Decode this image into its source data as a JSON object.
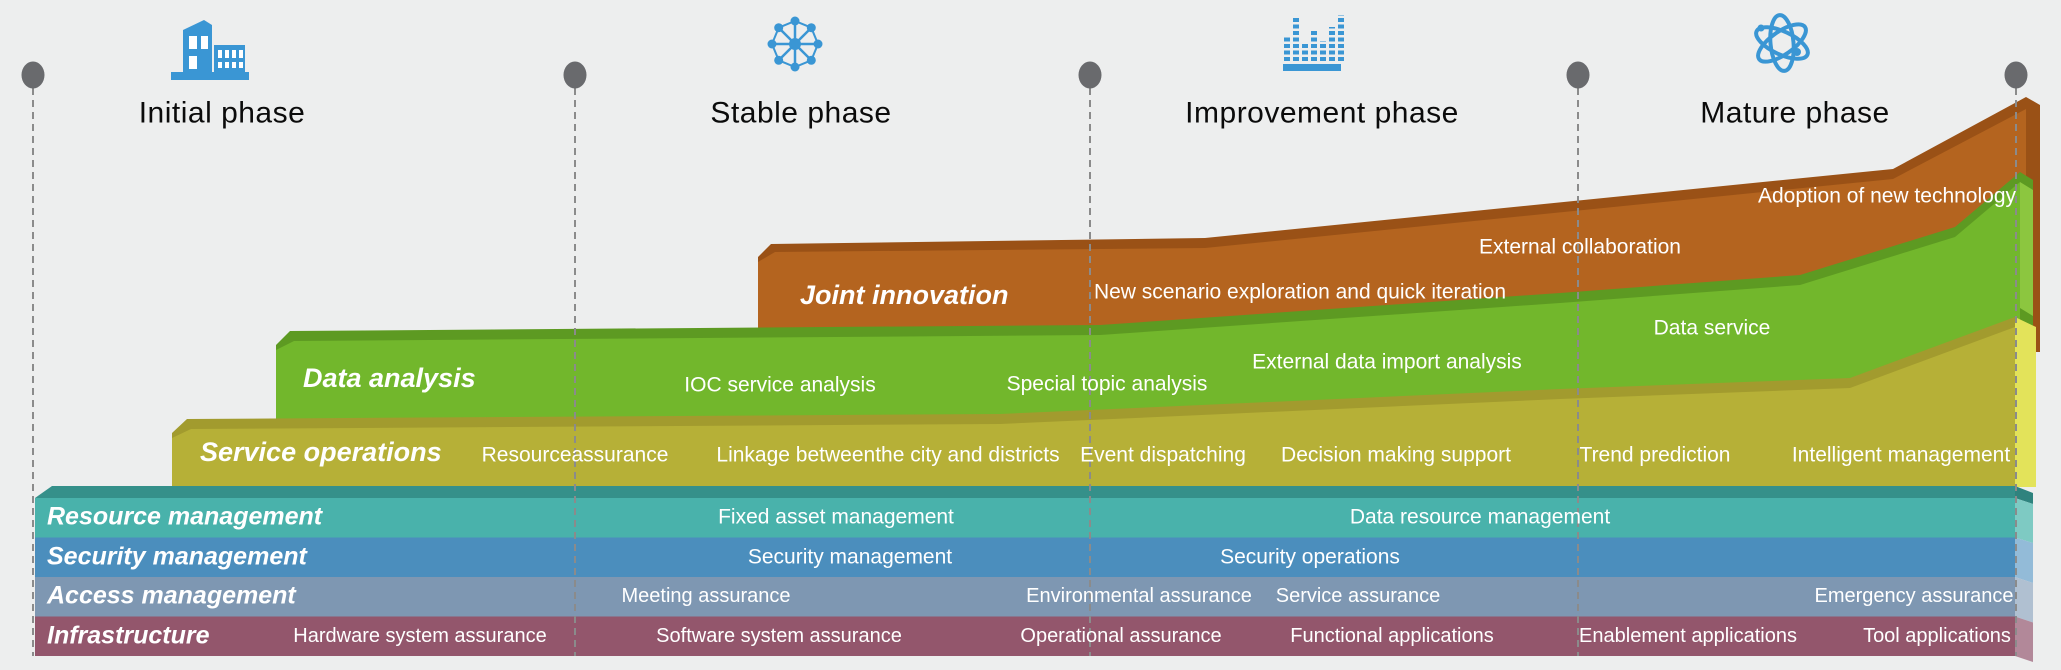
{
  "phases": [
    {
      "label": "Initial phase",
      "icon": "building-icon"
    },
    {
      "label": "Stable phase",
      "icon": "network-icon"
    },
    {
      "label": "Improvement phase",
      "icon": "equalizer-icon"
    },
    {
      "label": "Mature phase",
      "icon": "atom-icon"
    }
  ],
  "bands": {
    "joint_innovation": {
      "title": "Joint innovation",
      "items": [
        "New scenario exploration and quick iteration",
        "External collaboration",
        "Adoption of new technology"
      ]
    },
    "data_analysis": {
      "title": "Data analysis",
      "items": [
        "IOC service analysis",
        "Special topic analysis",
        "External data import analysis",
        "Data service"
      ]
    },
    "service_operations": {
      "title": "Service operations",
      "items": [
        "Resourceassurance",
        "Linkage betweenthe city and districts",
        "Event dispatching",
        "Decision making support",
        "Trend prediction",
        "Intelligent management"
      ]
    },
    "resource_management": {
      "title": "Resource management",
      "items": [
        "Fixed asset management",
        "Data resource management"
      ]
    },
    "security_management": {
      "title": "Security management",
      "items": [
        "Security management",
        "Security operations"
      ]
    },
    "access_management": {
      "title": "Access management",
      "items": [
        "Meeting assurance",
        "Environmental assurance",
        "Service assurance",
        "Emergency assurance"
      ]
    },
    "infrastructure": {
      "title": "Infrastructure",
      "items": [
        "Hardware system assurance",
        "Software system assurance",
        "Operational assurance",
        "Functional applications",
        "Enablement applications",
        "Tool applications"
      ]
    }
  },
  "colors": {
    "background": "#edeeee",
    "accent_blue": "#3a96d4",
    "joint_innovation": "#b4641f",
    "data_analysis": "#72b72c",
    "service_operations": "#b6b037",
    "resource_row": "#49b2ab",
    "security_row": "#4b8ebd",
    "access_row": "#7e97b2",
    "infrastructure_row": "#93566c"
  }
}
